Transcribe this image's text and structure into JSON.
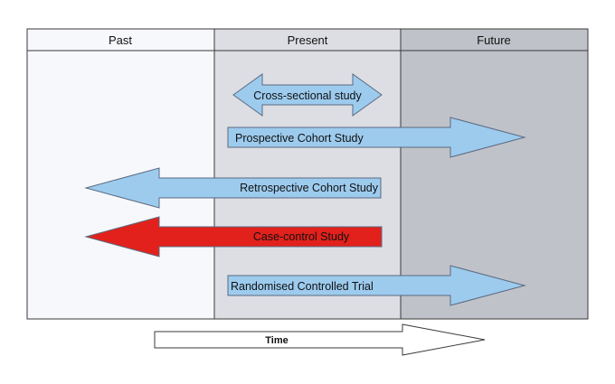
{
  "columns": [
    {
      "label": "Past",
      "fill": "#f7f8fb"
    },
    {
      "label": "Present",
      "fill": "#dcdee4"
    },
    {
      "label": "Future",
      "fill": "#c0c2c9"
    }
  ],
  "studies": [
    {
      "label": "Cross-sectional study",
      "direction": "both",
      "fill": "#9dcbee"
    },
    {
      "label": "Prospective Cohort Study",
      "direction": "forward",
      "fill": "#9dcbee"
    },
    {
      "label": "Retrospective Cohort Study",
      "direction": "backward",
      "fill": "#9dcbee"
    },
    {
      "label": "Case-control Study",
      "direction": "backward",
      "fill": "#e2211c"
    },
    {
      "label": "Randomised Controlled Trial",
      "direction": "forward",
      "fill": "#9dcbee"
    }
  ],
  "time_axis": {
    "label": "Time",
    "direction": "forward"
  },
  "colors": {
    "border": "#3a3a3a",
    "arrow_stroke": "#5a6a80",
    "time_arrow_fill": "#ffffff"
  }
}
